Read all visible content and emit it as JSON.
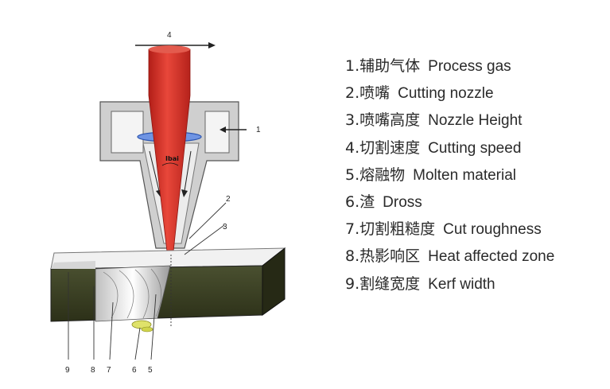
{
  "diagram": {
    "callouts": [
      "1",
      "2",
      "3",
      "4",
      "5",
      "6",
      "7",
      "8",
      "9"
    ],
    "inner_label": "Ibai",
    "legend": [
      {
        "zh": "1.辅助气体",
        "en": "Process gas"
      },
      {
        "zh": "2.喷嘴",
        "en": "Cutting nozzle"
      },
      {
        "zh": "3.喷嘴高度",
        "en": "Nozzle Height"
      },
      {
        "zh": "4.切割速度",
        "en": "Cutting speed"
      },
      {
        "zh": "5.熔融物",
        "en": "Molten material"
      },
      {
        "zh": "6.渣",
        "en": "Dross"
      },
      {
        "zh": "7.切割粗糙度",
        "en": "Cut roughness"
      },
      {
        "zh": "8.热影响区",
        "en": "Heat affected zone"
      },
      {
        "zh": "9.割缝宽度",
        "en": "Kerf width"
      }
    ],
    "colors": {
      "beam": "#d8322a",
      "nozzle": "#c9c9c9",
      "workpiece_top": "#eeeeee",
      "workpiece_side": "#3a3f22",
      "lens": "#3f6fd0",
      "dross": "#dfe26a"
    }
  }
}
